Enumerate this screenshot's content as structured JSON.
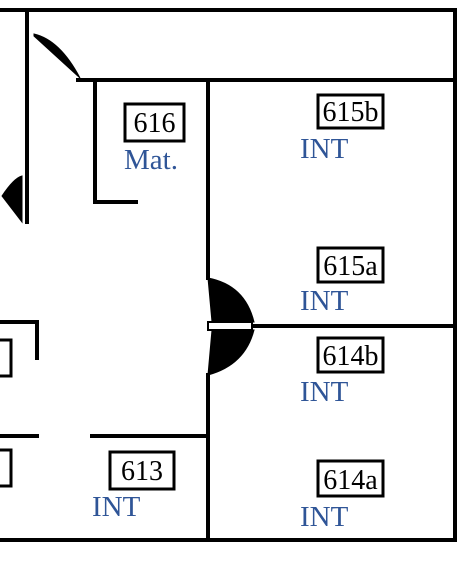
{
  "colors": {
    "wall": "#000000",
    "use_label": "#2f5597",
    "background": "#ffffff"
  },
  "rooms": [
    {
      "id": "616",
      "number": "616",
      "use": "Mat."
    },
    {
      "id": "615b",
      "number": "615b",
      "use": "INT"
    },
    {
      "id": "615a",
      "number": "615a",
      "use": "INT"
    },
    {
      "id": "614b",
      "number": "614b",
      "use": "INT"
    },
    {
      "id": "613",
      "number": "613",
      "use": "INT"
    },
    {
      "id": "614a",
      "number": "614a",
      "use": "INT"
    }
  ]
}
